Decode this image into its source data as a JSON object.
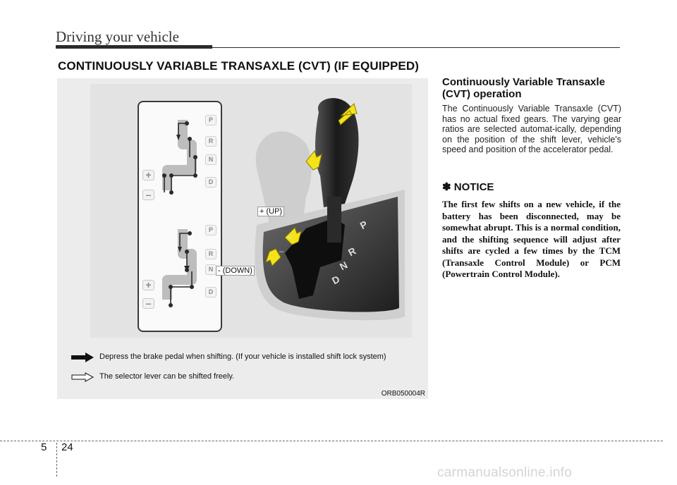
{
  "header": {
    "title": "Driving your vehicle"
  },
  "section_title": "CONTINUOUSLY VARIABLE TRANSAXLE (CVT) (IF EQUIPPED)",
  "figure": {
    "gate_labels_top": [
      "P",
      "R",
      "N",
      "D"
    ],
    "gate_labels_bottom": [
      "P",
      "R",
      "N",
      "D"
    ],
    "plus_sign": "+",
    "minus_sign": "–",
    "console_letters": [
      "P",
      "R",
      "N",
      "D"
    ],
    "callout_up": "+ (UP)",
    "callout_down": "- (DOWN)",
    "console_plus": "+",
    "console_minus": "–",
    "caption_filled": "Depress the brake pedal when shifting. (If your vehicle is installed shift lock system)",
    "caption_outline": "The selector lever can be shifted freely.",
    "code": "ORB050004R"
  },
  "article": {
    "heading": "Continuously Variable Transaxle (CVT) operation",
    "body": "The Continuously Variable Transaxle (CVT) has no actual fixed gears. The varying gear ratios are selected automat-ically, depending on the position of the shift lever, vehicle's speed and position of the accelerator pedal."
  },
  "notice": {
    "symbol": "✽",
    "heading": "NOTICE",
    "text": "The first few shifts on a new vehicle, if the battery has been disconnected, may be somewhat abrupt. This is a normal condition, and the shifting sequence will adjust after shifts are cycled a few times by the TCM (Transaxle Control Module) or PCM (Powertrain Control Module)."
  },
  "footer": {
    "chapter": "5",
    "page": "24"
  },
  "watermark": "carmanualsonline.info",
  "colors": {
    "arrow_yellow": "#f5e31a",
    "figure_bg": "#ececec",
    "console_dark": "#3c3c3c"
  }
}
